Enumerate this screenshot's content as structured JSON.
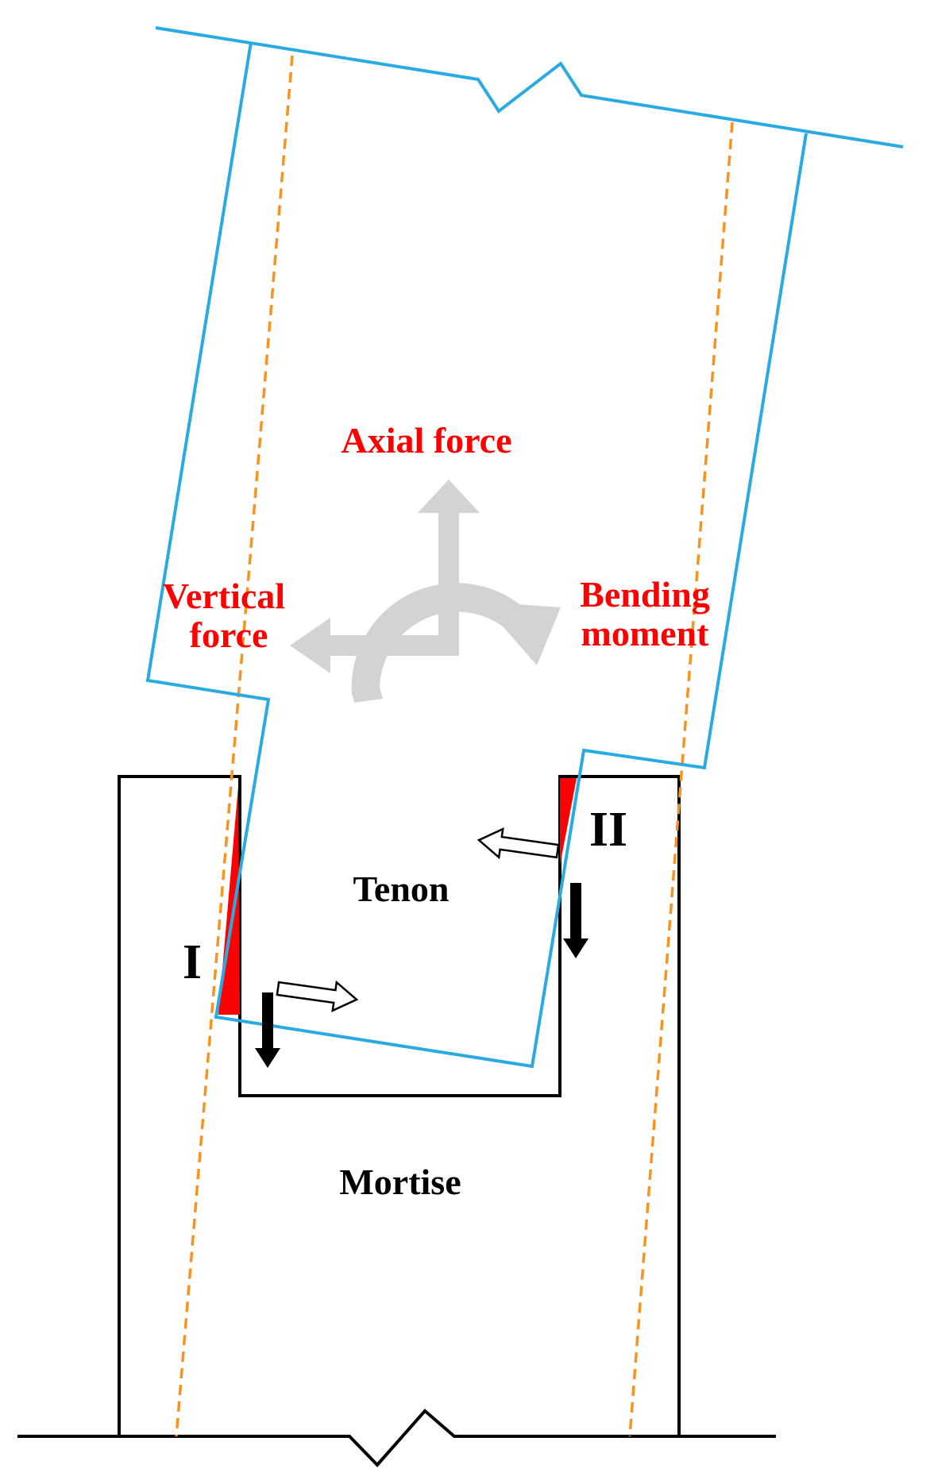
{
  "labels": {
    "axial_force": "Axial force",
    "vertical_force_line1": "Vertical",
    "vertical_force_line2": "force",
    "bending_moment_line1": "Bending",
    "bending_moment_line2": "moment",
    "tenon": "Tenon",
    "mortise": "Mortise",
    "region_1": "I",
    "region_2": "II"
  },
  "colors": {
    "tenon_outline": "#29abe2",
    "mortise_outline": "#000000",
    "centerline": "#f7931e",
    "force_label": "#ff0000",
    "force_symbol": "#d3d3d3",
    "contact_zone": "#ff0000",
    "arrow_solid": "#000000",
    "text": "#000000"
  },
  "icons": {
    "force_symbol": "axial-vertical-moment-arrows-icon",
    "friction_arrow": "hollow-arrow-icon",
    "pressure_arrow": "solid-down-arrow-icon"
  }
}
